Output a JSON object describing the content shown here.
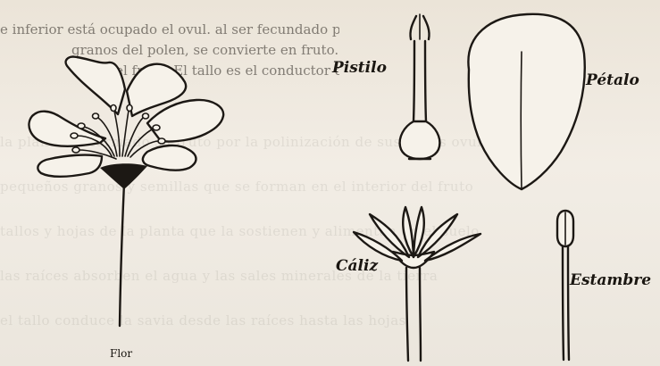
{
  "background_text": {
    "lines": [
      "e inferior está ocupado el ovul. al ser fecundado por los",
      "granos del polen, se convierte en fruto.",
      "... el fruto. El tallo es el conductor de la savia y sostén"
    ]
  },
  "labels": {
    "pistilo": "Pistilo",
    "petalo": "Pétalo",
    "caliz": "Cáliz",
    "estambre": "Estambre",
    "flor": "Flor"
  },
  "colors": {
    "ink": "#1c1814",
    "paper": "#ece6db"
  }
}
